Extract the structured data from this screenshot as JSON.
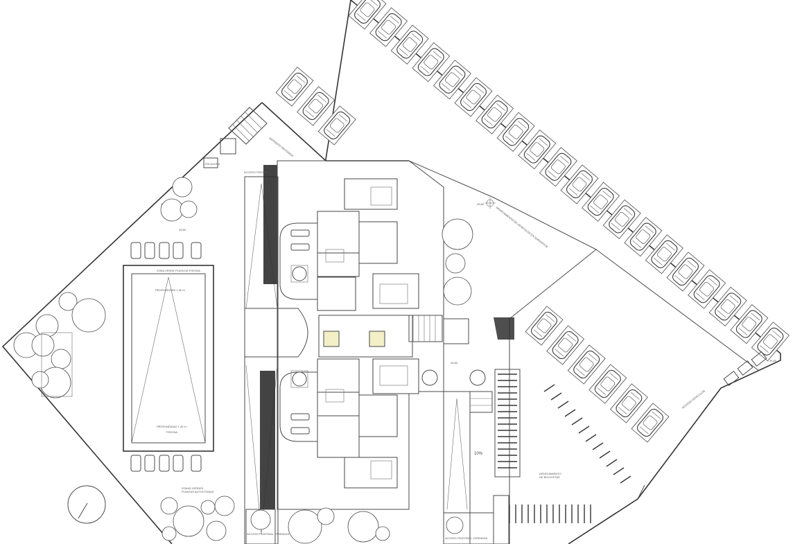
{
  "labels": {
    "zonas_verdes_top": "ZONAS VERDES\nPLANTAS AUTOCTONAS",
    "zona_verde_pool": "ZONA VERDE PLAYA DE PISCINA",
    "profundidad_top": "PROFUNDIDAD 1.40 m",
    "profundidad_bottom": "PROFUNDIDAD 1.40 m",
    "piscina": "PISCINA",
    "zonas_verdes_bottom": "ZONAS VERDES\nPLANTAS AUTOCTONAS",
    "acceso_piscina": "ACCESO PISCINA",
    "acceso_peatonal_left": "ACCESO PEATONAL VIVIENDAS",
    "acceso_peatonal_right": "ACCESO PEATONAL VIVIENDAS",
    "aparcamiento_bicicletas": "APARCAMIENTO\nDE BICICLETAS",
    "acceso_vehiculos": "ACCESO VEHICULOS",
    "rampa_pct": "10%",
    "level_a": "49,80",
    "level_b": "49,80",
    "level_c": "49,80",
    "level_d": "49,80",
    "diagonal_note": "APARCAMIENTO DE VEHICULOS EN SUPERFICIE",
    "deposito": "DEPOSITO RECOGIDA",
    "escalera": "ESCALERA"
  },
  "colors": {
    "line": "#4a4a4a",
    "hedge": "#2f2f2f",
    "background": "#ffffff",
    "elevator_fill": "#f3f0c8"
  },
  "icons": [
    "car-icon",
    "tree-icon",
    "lounger-icon",
    "table-set-icon",
    "north-arrow-icon"
  ]
}
